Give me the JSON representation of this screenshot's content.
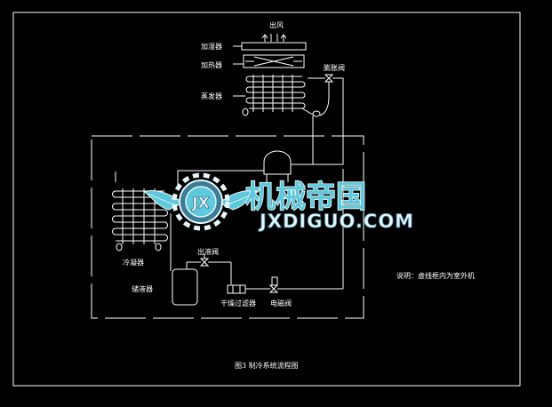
{
  "labels": {
    "outlet_air": "出风",
    "humidifier": "加湿器",
    "heater": "加热器",
    "evaporator": "蒸发器",
    "expansion_valve": "膨胀阀",
    "condenser": "冷凝器",
    "liquid_outlet_valve": "出液阀",
    "receiver": "储液器",
    "dry_filter": "干燥过滤器",
    "solenoid_valve": "电磁阀",
    "note": "说明：虚线框内为室外机",
    "caption": "图3 制冷系统流程图"
  },
  "watermark": {
    "text_cn": "机械帝国",
    "text_en": "JXDIGUO.COM",
    "emblem_text": "JX"
  },
  "colors": {
    "background": "#000000",
    "line": "#ffffff",
    "watermark_primary": "#5ec8dc"
  }
}
